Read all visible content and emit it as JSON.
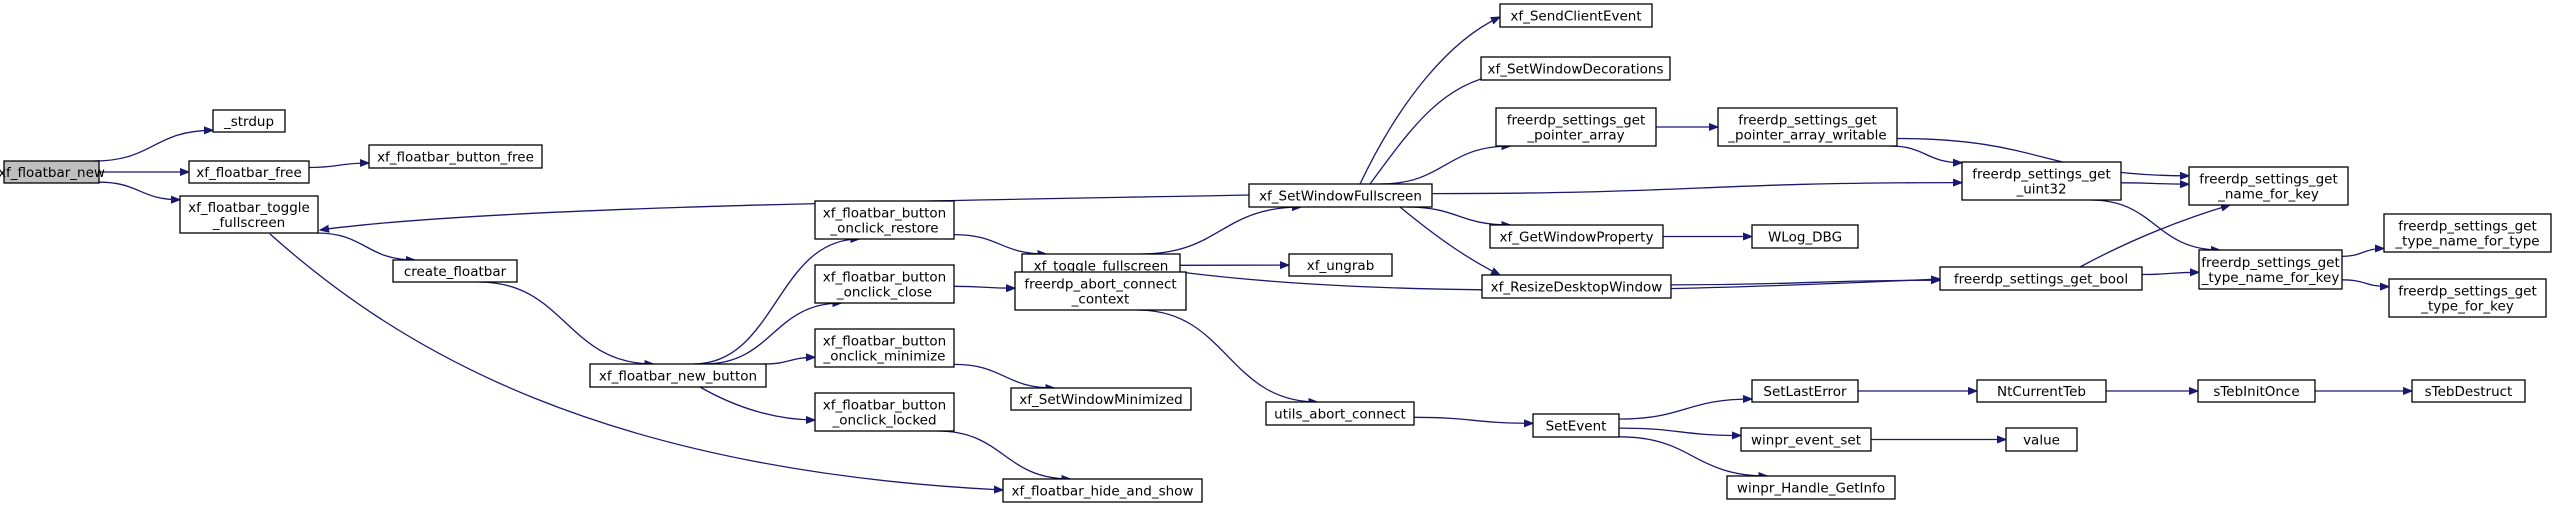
{
  "nodes": [
    {
      "id": "xf_floatbar_new",
      "lines": [
        "xf_floatbar_new"
      ],
      "root": true
    },
    {
      "id": "_strdup",
      "lines": [
        "_strdup"
      ]
    },
    {
      "id": "xf_floatbar_free",
      "lines": [
        "xf_floatbar_free"
      ]
    },
    {
      "id": "xf_floatbar_button_free",
      "lines": [
        "xf_floatbar_button_free"
      ]
    },
    {
      "id": "xf_floatbar_toggle_fullscreen",
      "lines": [
        "xf_floatbar_toggle",
        "_fullscreen"
      ]
    },
    {
      "id": "create_floatbar",
      "lines": [
        "create_floatbar"
      ]
    },
    {
      "id": "xf_floatbar_new_button",
      "lines": [
        "xf_floatbar_new_button"
      ]
    },
    {
      "id": "xf_floatbar_button_onclick_restore",
      "lines": [
        "xf_floatbar_button",
        "_onclick_restore"
      ]
    },
    {
      "id": "xf_floatbar_button_onclick_close",
      "lines": [
        "xf_floatbar_button",
        "_onclick_close"
      ]
    },
    {
      "id": "xf_floatbar_button_onclick_minimize",
      "lines": [
        "xf_floatbar_button",
        "_onclick_minimize"
      ]
    },
    {
      "id": "xf_floatbar_button_onclick_locked",
      "lines": [
        "xf_floatbar_button",
        "_onclick_locked"
      ]
    },
    {
      "id": "xf_toggle_fullscreen",
      "lines": [
        "xf_toggle_fullscreen"
      ]
    },
    {
      "id": "freerdp_abort_connect_context",
      "lines": [
        "freerdp_abort_connect",
        "_context"
      ]
    },
    {
      "id": "xf_SetWindowMinimized",
      "lines": [
        "xf_SetWindowMinimized"
      ]
    },
    {
      "id": "xf_floatbar_hide_and_show",
      "lines": [
        "xf_floatbar_hide_and_show"
      ]
    },
    {
      "id": "xf_SetWindowFullscreen",
      "lines": [
        "xf_SetWindowFullscreen"
      ]
    },
    {
      "id": "xf_ungrab",
      "lines": [
        "xf_ungrab"
      ]
    },
    {
      "id": "utils_abort_connect",
      "lines": [
        "utils_abort_connect"
      ]
    },
    {
      "id": "xf_SendClientEvent",
      "lines": [
        "xf_SendClientEvent"
      ]
    },
    {
      "id": "xf_SetWindowDecorations",
      "lines": [
        "xf_SetWindowDecorations"
      ]
    },
    {
      "id": "freerdp_settings_get_pointer_array",
      "lines": [
        "freerdp_settings_get",
        "_pointer_array"
      ]
    },
    {
      "id": "xf_GetWindowProperty",
      "lines": [
        "xf_GetWindowProperty"
      ]
    },
    {
      "id": "xf_ResizeDesktopWindow",
      "lines": [
        "xf_ResizeDesktopWindow"
      ]
    },
    {
      "id": "SetEvent",
      "lines": [
        "SetEvent"
      ]
    },
    {
      "id": "freerdp_settings_get_pointer_array_writable",
      "lines": [
        "freerdp_settings_get",
        "_pointer_array_writable"
      ]
    },
    {
      "id": "WLog_DBG",
      "lines": [
        "WLog_DBG"
      ]
    },
    {
      "id": "SetLastError",
      "lines": [
        "SetLastError"
      ]
    },
    {
      "id": "winpr_event_set",
      "lines": [
        "winpr_event_set"
      ]
    },
    {
      "id": "winpr_Handle_GetInfo",
      "lines": [
        "winpr_Handle_GetInfo"
      ]
    },
    {
      "id": "freerdp_settings_get_uint32",
      "lines": [
        "freerdp_settings_get",
        "_uint32"
      ]
    },
    {
      "id": "freerdp_settings_get_bool",
      "lines": [
        "freerdp_settings_get_bool"
      ]
    },
    {
      "id": "NtCurrentTeb",
      "lines": [
        "NtCurrentTeb"
      ]
    },
    {
      "id": "value",
      "lines": [
        "value"
      ]
    },
    {
      "id": "freerdp_settings_get_name_for_key",
      "lines": [
        "freerdp_settings_get",
        "_name_for_key"
      ]
    },
    {
      "id": "freerdp_settings_get_type_name_for_key",
      "lines": [
        "freerdp_settings_get",
        "_type_name_for_key"
      ]
    },
    {
      "id": "sTebInitOnce",
      "lines": [
        "sTebInitOnce"
      ]
    },
    {
      "id": "freerdp_settings_get_type_name_for_type",
      "lines": [
        "freerdp_settings_get",
        "_type_name_for_type"
      ]
    },
    {
      "id": "freerdp_settings_get_type_for_key",
      "lines": [
        "freerdp_settings_get",
        "_type_for_key"
      ]
    },
    {
      "id": "sTebDestruct",
      "lines": [
        "sTebDestruct"
      ]
    }
  ],
  "edges": [
    [
      "xf_floatbar_new",
      "_strdup"
    ],
    [
      "xf_floatbar_new",
      "xf_floatbar_free"
    ],
    [
      "xf_floatbar_new",
      "xf_floatbar_toggle_fullscreen"
    ],
    [
      "xf_floatbar_free",
      "xf_floatbar_button_free"
    ],
    [
      "xf_floatbar_toggle_fullscreen",
      "create_floatbar"
    ],
    [
      "xf_floatbar_toggle_fullscreen",
      "xf_floatbar_hide_and_show"
    ],
    [
      "create_floatbar",
      "xf_floatbar_new_button"
    ],
    [
      "xf_floatbar_new_button",
      "xf_floatbar_button_onclick_restore"
    ],
    [
      "xf_floatbar_new_button",
      "xf_floatbar_button_onclick_close"
    ],
    [
      "xf_floatbar_new_button",
      "xf_floatbar_button_onclick_minimize"
    ],
    [
      "xf_floatbar_new_button",
      "xf_floatbar_button_onclick_locked"
    ],
    [
      "xf_floatbar_button_onclick_restore",
      "xf_toggle_fullscreen"
    ],
    [
      "xf_floatbar_button_onclick_close",
      "freerdp_abort_connect_context"
    ],
    [
      "xf_floatbar_button_onclick_minimize",
      "xf_SetWindowMinimized"
    ],
    [
      "xf_floatbar_button_onclick_locked",
      "xf_floatbar_hide_and_show"
    ],
    [
      "xf_toggle_fullscreen",
      "xf_SetWindowFullscreen"
    ],
    [
      "xf_toggle_fullscreen",
      "xf_ungrab"
    ],
    [
      "xf_toggle_fullscreen",
      "freerdp_settings_get_bool"
    ],
    [
      "freerdp_abort_connect_context",
      "utils_abort_connect"
    ],
    [
      "xf_SetWindowFullscreen",
      "xf_floatbar_toggle_fullscreen"
    ],
    [
      "xf_SetWindowFullscreen",
      "xf_SendClientEvent"
    ],
    [
      "xf_SetWindowFullscreen",
      "xf_SetWindowDecorations"
    ],
    [
      "xf_SetWindowFullscreen",
      "freerdp_settings_get_pointer_array"
    ],
    [
      "xf_SetWindowFullscreen",
      "freerdp_settings_get_uint32"
    ],
    [
      "xf_SetWindowFullscreen",
      "xf_GetWindowProperty"
    ],
    [
      "xf_SetWindowFullscreen",
      "xf_ResizeDesktopWindow"
    ],
    [
      "utils_abort_connect",
      "SetEvent"
    ],
    [
      "freerdp_settings_get_pointer_array",
      "freerdp_settings_get_pointer_array_writable"
    ],
    [
      "freerdp_settings_get_pointer_array_writable",
      "freerdp_settings_get_name_for_key"
    ],
    [
      "freerdp_settings_get_pointer_array_writable",
      "freerdp_settings_get_uint32"
    ],
    [
      "xf_GetWindowProperty",
      "WLog_DBG"
    ],
    [
      "xf_ResizeDesktopWindow",
      "freerdp_settings_get_bool"
    ],
    [
      "SetEvent",
      "SetLastError"
    ],
    [
      "SetEvent",
      "winpr_event_set"
    ],
    [
      "SetEvent",
      "winpr_Handle_GetInfo"
    ],
    [
      "SetLastError",
      "NtCurrentTeb"
    ],
    [
      "winpr_event_set",
      "value"
    ],
    [
      "freerdp_settings_get_uint32",
      "freerdp_settings_get_name_for_key"
    ],
    [
      "freerdp_settings_get_uint32",
      "freerdp_settings_get_type_name_for_key"
    ],
    [
      "freerdp_settings_get_bool",
      "freerdp_settings_get_name_for_key"
    ],
    [
      "freerdp_settings_get_bool",
      "freerdp_settings_get_type_name_for_key"
    ],
    [
      "NtCurrentTeb",
      "sTebInitOnce"
    ],
    [
      "freerdp_settings_get_type_name_for_key",
      "freerdp_settings_get_type_name_for_type"
    ],
    [
      "freerdp_settings_get_type_name_for_key",
      "freerdp_settings_get_type_for_key"
    ],
    [
      "sTebInitOnce",
      "sTebDestruct"
    ]
  ],
  "colors": {
    "edge": "#191970",
    "node_border": "#000000",
    "node_fill": "#ffffff",
    "root_fill": "#bfbfbf"
  }
}
